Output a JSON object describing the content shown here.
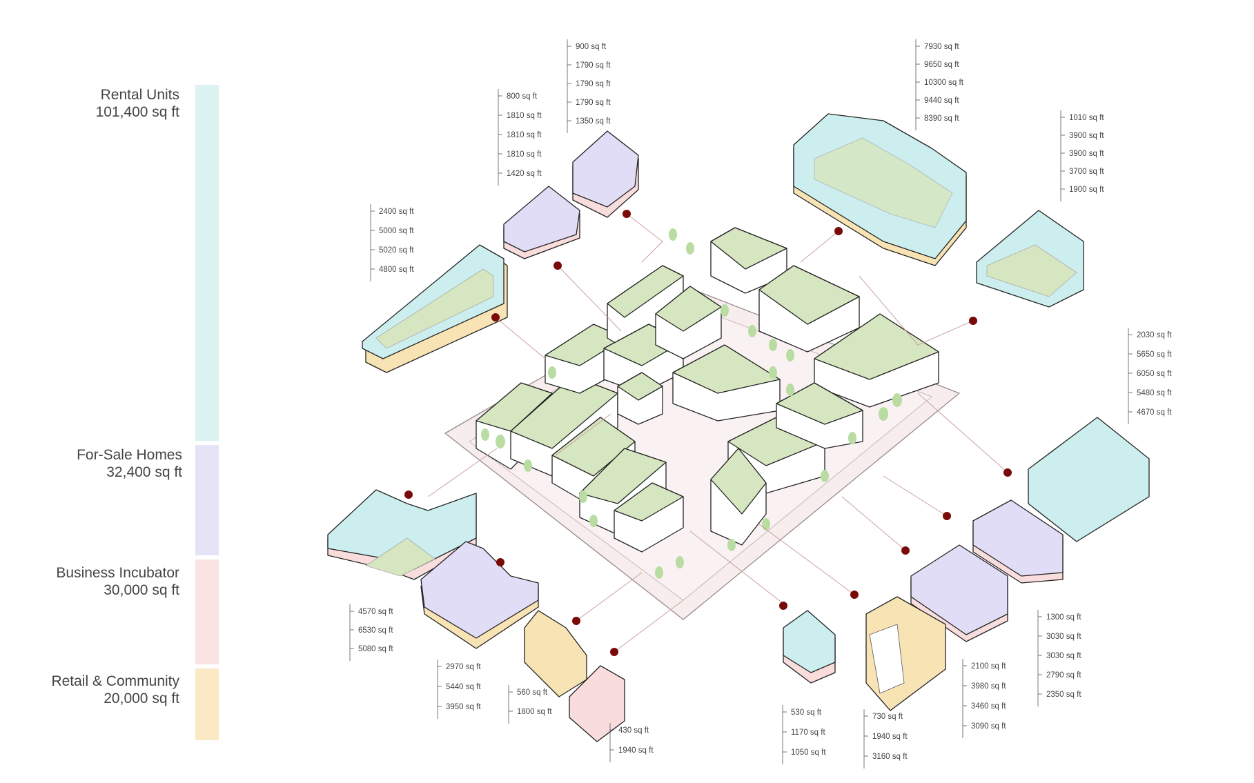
{
  "legend": [
    {
      "name": "Rental Units",
      "value": "101,400 sq ft",
      "color": "#dcf3f1"
    },
    {
      "name": "For-Sale Homes",
      "value": "32,400 sq ft",
      "color": "#e7e3f6"
    },
    {
      "name": "Business Incubator",
      "value": "30,000 sq ft",
      "color": "#fbe3e3"
    },
    {
      "name": "Retail & Community",
      "value": "20,000 sq ft",
      "color": "#fbe9c6"
    }
  ],
  "colors": {
    "rental": "#cdeeee",
    "forsale": "#e2ddf6",
    "incubator": "#f9dcdc",
    "retail": "#f8e3b4",
    "roof": "#d6e6c0",
    "tree": "#b9dca3",
    "leader_dot": "#7a0a0a",
    "leader_line": "#caa0a0"
  },
  "callouts": [
    {
      "id": "c1",
      "labels": [
        "900 sq ft",
        "1790 sq ft",
        "1790 sq ft",
        "1790 sq ft",
        "1350 sq ft"
      ]
    },
    {
      "id": "c2",
      "labels": [
        "800 sq ft",
        "1810 sq ft",
        "1810 sq ft",
        "1810 sq ft",
        "1420 sq ft"
      ]
    },
    {
      "id": "c3",
      "labels": [
        "2400 sq ft",
        "5000 sq ft",
        "5020 sq ft",
        "4800 sq ft"
      ]
    },
    {
      "id": "c4",
      "labels": [
        "7930 sq ft",
        "9650 sq ft",
        "10300 sq ft",
        "9440 sq ft",
        "8390 sq ft"
      ]
    },
    {
      "id": "c5",
      "labels": [
        "1010 sq ft",
        "3900 sq ft",
        "3900 sq ft",
        "3700 sq ft",
        "1900 sq ft"
      ]
    },
    {
      "id": "c6",
      "labels": [
        "2030 sq ft",
        "5650 sq ft",
        "6050 sq ft",
        "5480 sq ft",
        "4670 sq ft"
      ]
    },
    {
      "id": "c7",
      "labels": [
        "1300 sq ft",
        "3030 sq ft",
        "3030 sq ft",
        "2790 sq ft",
        "2350 sq ft"
      ]
    },
    {
      "id": "c8",
      "labels": [
        "2100 sq ft",
        "3980 sq ft",
        "3460 sq ft",
        "3090 sq ft"
      ]
    },
    {
      "id": "c9",
      "labels": [
        "730 sq ft",
        "1940 sq ft",
        "3160 sq ft"
      ]
    },
    {
      "id": "c10",
      "labels": [
        "530 sq ft",
        "1170 sq ft",
        "1050 sq ft"
      ]
    },
    {
      "id": "c11",
      "labels": [
        "430 sq ft",
        "1940 sq ft"
      ]
    },
    {
      "id": "c12",
      "labels": [
        "560 sq ft",
        "1800 sq ft"
      ]
    },
    {
      "id": "c13",
      "labels": [
        "2970 sq ft",
        "5440 sq ft",
        "3950 sq ft"
      ]
    },
    {
      "id": "c14",
      "labels": [
        "4570 sq ft",
        "6530 sq ft",
        "5080 sq ft"
      ]
    }
  ]
}
